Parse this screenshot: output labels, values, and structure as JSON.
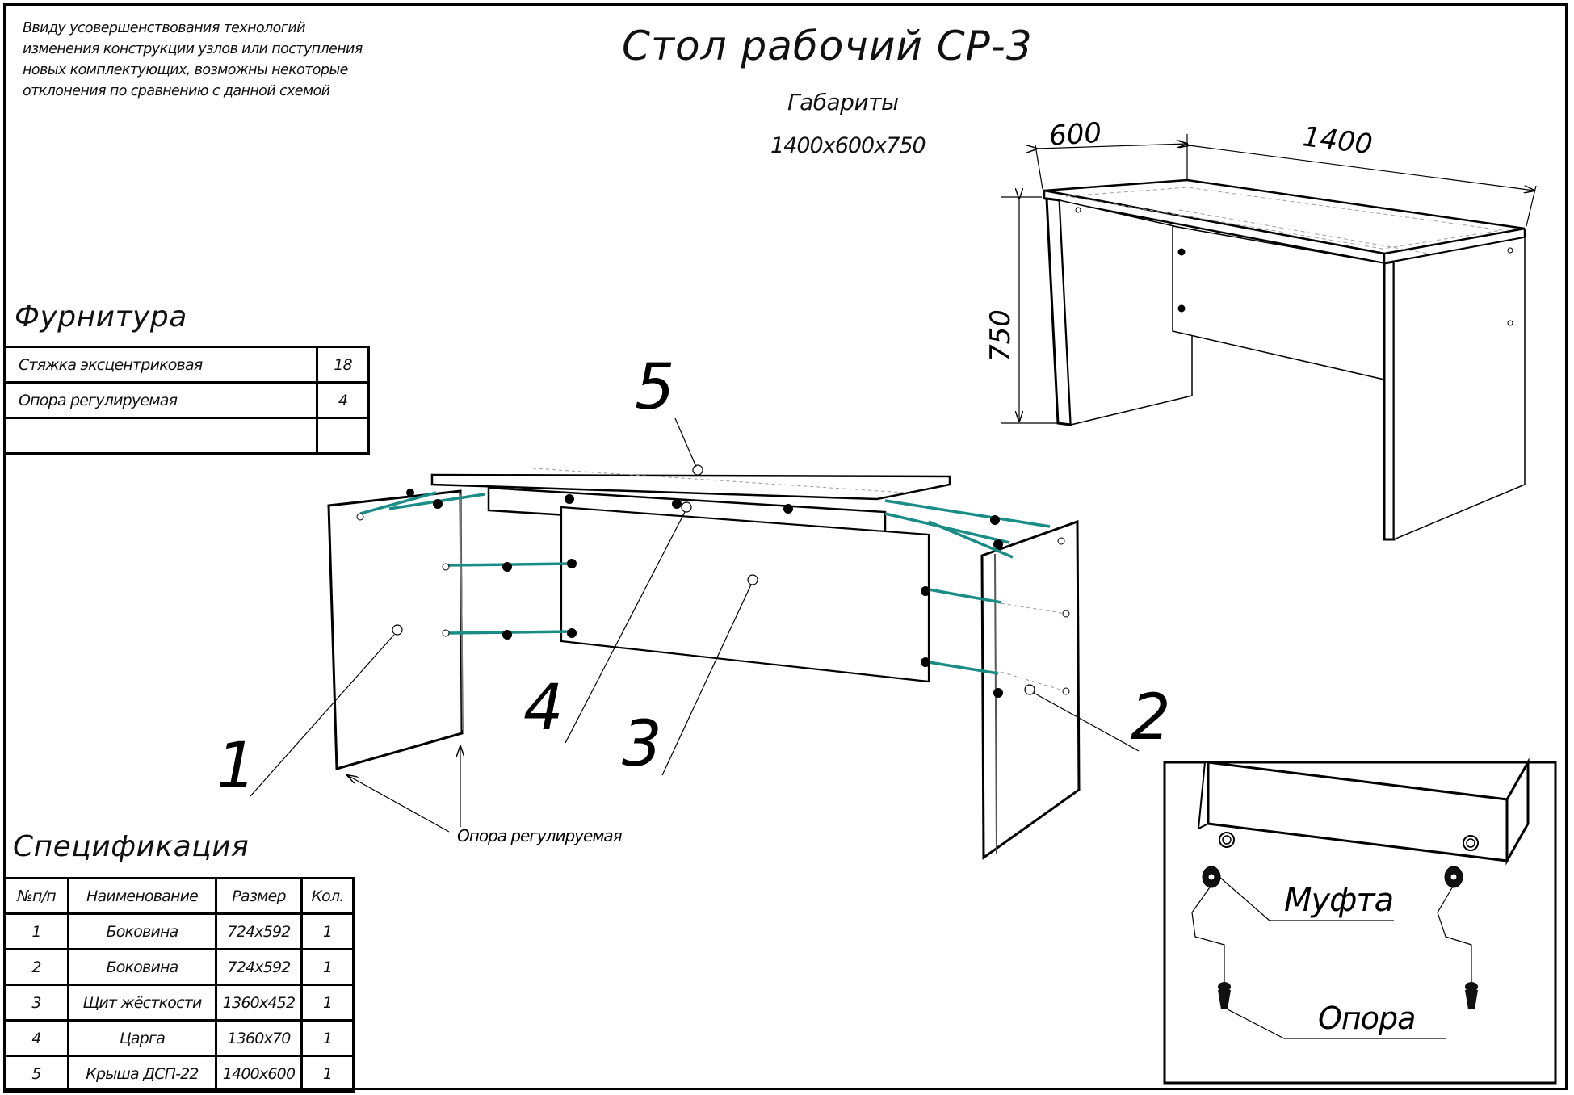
{
  "note_lines": [
    "Ввиду усовершенствования технологий",
    "изменения конструкции узлов или поступления",
    "новых комплектующих, возможны некоторые",
    "отклонения по сравнению с данной схемой"
  ],
  "title": "Стол рабочий СР-3",
  "dimensions": {
    "label": "Габариты",
    "value": "1400х600х750"
  },
  "overview_dims": {
    "depth": "600",
    "width": "1400",
    "height": "750"
  },
  "hardware": {
    "title": "Фурнитура",
    "rows": [
      {
        "name": "Стяжка эксцентриковая",
        "qty": "18"
      },
      {
        "name": "Опора регулируемая",
        "qty": "4"
      },
      {
        "name": "",
        "qty": ""
      }
    ]
  },
  "spec": {
    "title": "Спецификация",
    "headers": [
      "№п/п",
      "Наименование",
      "Размер",
      "Кол."
    ],
    "rows": [
      [
        "1",
        "Боковина",
        "724х592",
        "1"
      ],
      [
        "2",
        "Боковина",
        "724х592",
        "1"
      ],
      [
        "3",
        "Щит жёсткости",
        "1360х452",
        "1"
      ],
      [
        "4",
        "Царга",
        "1360х70",
        "1"
      ],
      [
        "5",
        "Крыша ДСП-22",
        "1400х600",
        "1"
      ]
    ]
  },
  "callouts": {
    "p1": "1",
    "p2": "2",
    "p3": "3",
    "p4": "4",
    "p5": "5",
    "foot": "Опора регулируемая"
  },
  "detail": {
    "coupling": "Муфта",
    "support": "Опора"
  },
  "colors": {
    "connector": "#1a8c86",
    "line": "#000000",
    "hidden": "#9a9a9a"
  }
}
